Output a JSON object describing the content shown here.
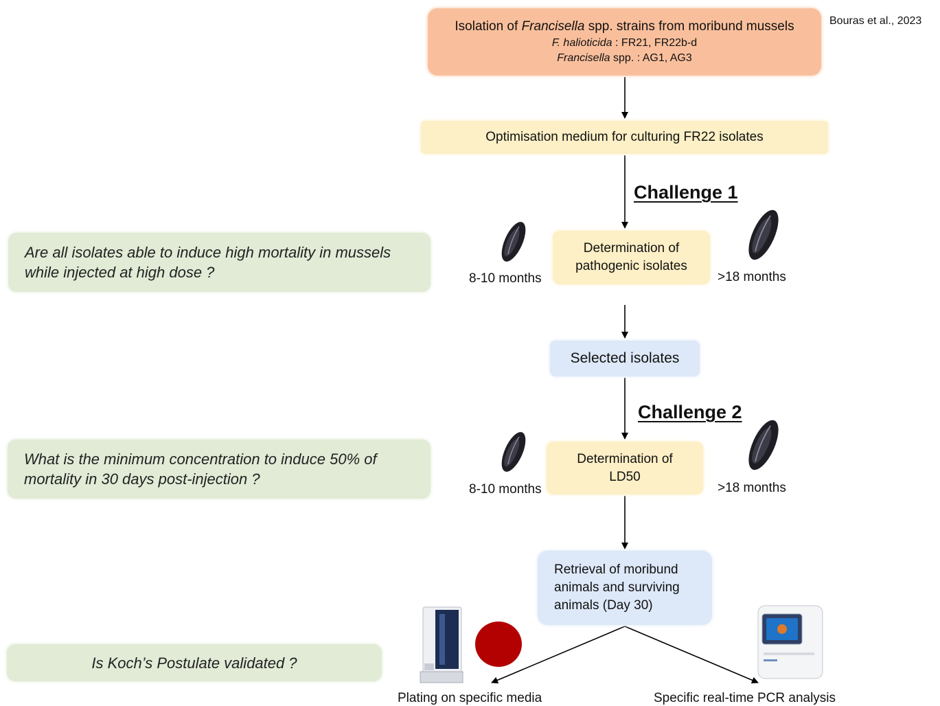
{
  "citation": "Bouras et al., 2023",
  "top_box": {
    "title_pre": "Isolation of ",
    "title_italic": "Francisella",
    "title_post": " spp. strains from moribund mussels",
    "line2_italic": "F. halioticida",
    "line2_rest": " : FR21, FR22b-d",
    "line3_italic": "Francisella",
    "line3_rest": " spp. : AG1, AG3"
  },
  "optimisation_box": "Optimisation medium for culturing FR22 isolates",
  "challenge1": "Challenge 1",
  "challenge2": "Challenge 2",
  "pathogenic_box": {
    "line1": "Determination of",
    "line2": "pathogenic isolates"
  },
  "selected_box": "Selected isolates",
  "ld50_box": {
    "line1": "Determination of",
    "line2": "LD50"
  },
  "retrieval_box": {
    "line1": "Retrieval of moribund",
    "line2": "animals and surviving",
    "line3": "animals (Day 30)"
  },
  "ages": {
    "young": "8-10 months",
    "old": ">18 months"
  },
  "questions": {
    "q1_line1": "Are all isolates able to induce high mortality in mussels",
    "q1_line2": "while injected at high dose ?",
    "q2_line1": "What is the minimum concentration to induce 50% of",
    "q2_line2": "mortality in 30 days post-injection ?",
    "q3": "Is Koch’s Postulate validated ?"
  },
  "outcomes": {
    "plating": "Plating on specific media",
    "pcr": "Specific real-time PCR analysis"
  },
  "colors": {
    "orange_box": "#f9bf9c",
    "yellow_box": "#fdefc6",
    "blue_box": "#dde8f8",
    "green_box": "#e1ebd6",
    "petri_dish": "#b30000"
  }
}
